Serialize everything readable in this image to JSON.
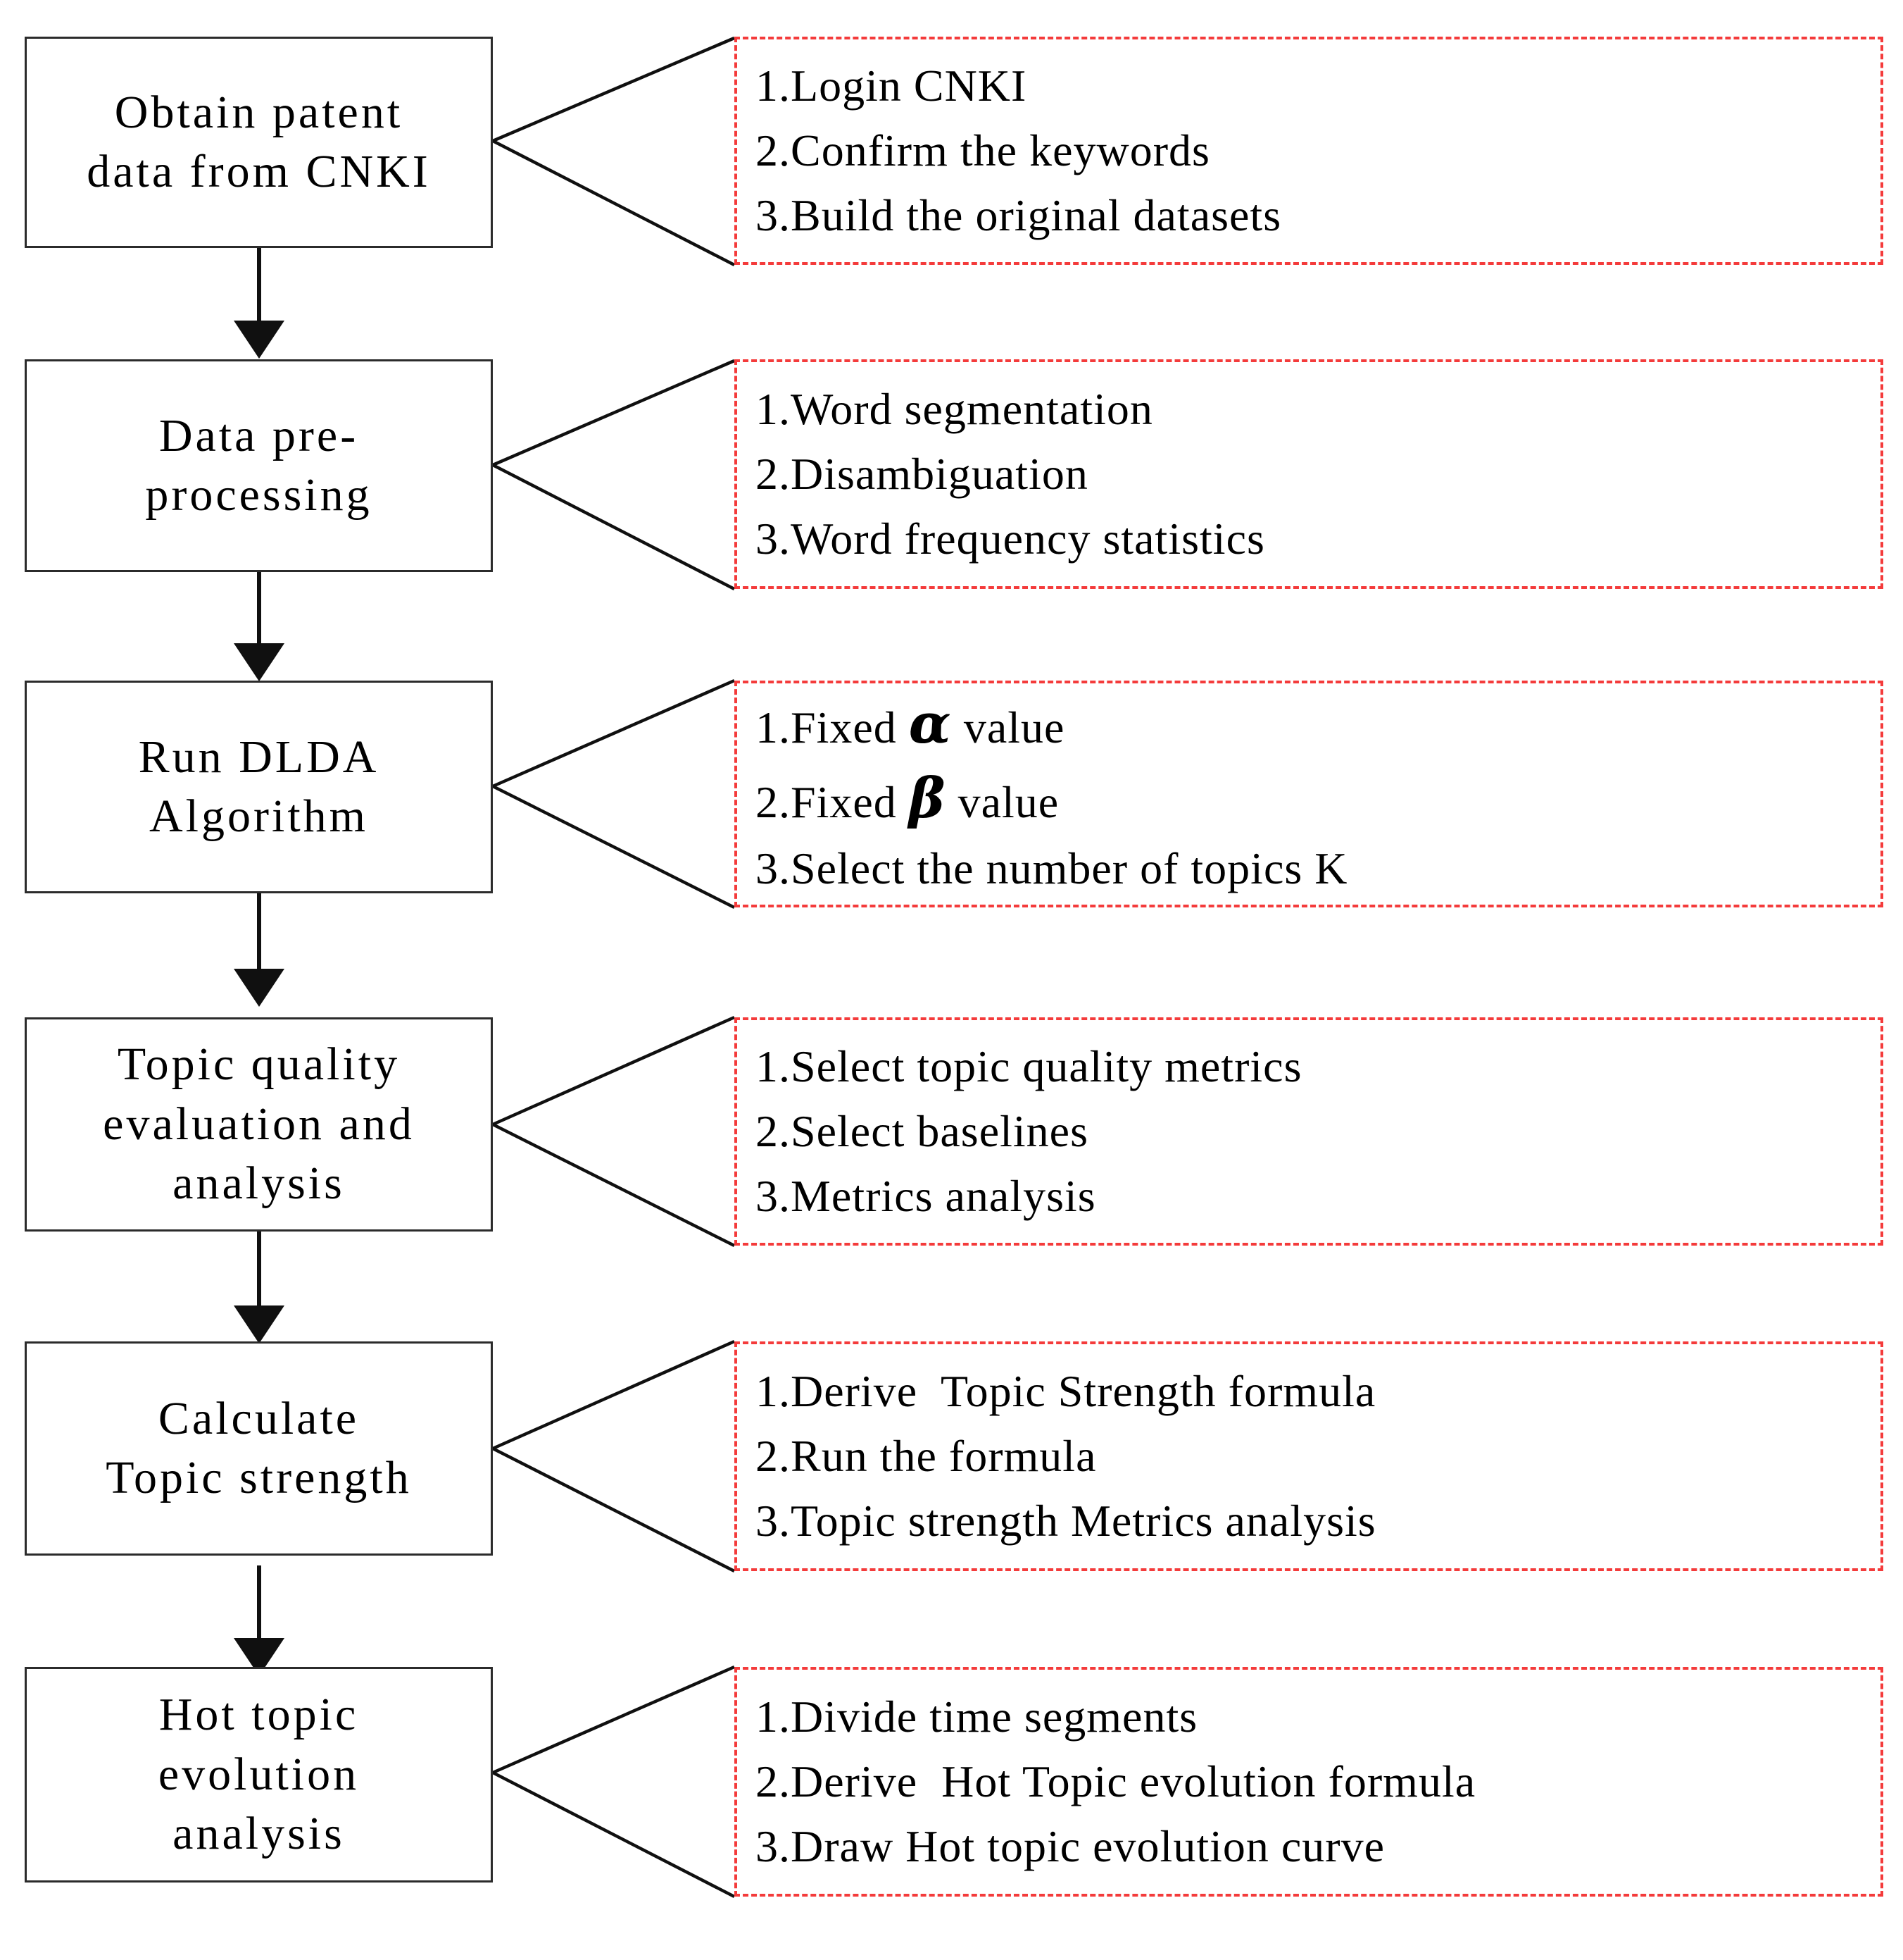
{
  "diagram": {
    "title": "Research workflow flowchart",
    "accent_dashed_color": "#f43b3b",
    "box_border_color": "#2b2b2b",
    "connector_color": "#1a1a1a",
    "stages": [
      {
        "id": "obtain-patent-data",
        "lines": [
          "Obtain patent",
          "data from CNKI"
        ],
        "details": [
          {
            "index": "1.",
            "text": "Login CNKI"
          },
          {
            "index": "2.",
            "text": "Confirm the keywords"
          },
          {
            "index": "3.",
            "text": "Build the original datasets"
          }
        ]
      },
      {
        "id": "data-pre-processing",
        "lines": [
          "Data pre-",
          "processing"
        ],
        "details": [
          {
            "index": "1.",
            "text": "Word segmentation"
          },
          {
            "index": "2.",
            "text": "Disambiguation"
          },
          {
            "index": "3.",
            "text": "Word frequency statistics"
          }
        ]
      },
      {
        "id": "run-dlda-algorithm",
        "lines": [
          "Run DLDA",
          "Algorithm"
        ],
        "details": [
          {
            "index": "1.",
            "pre": "Fixed ",
            "symbol": "α",
            "post": " value"
          },
          {
            "index": "2.",
            "pre": "Fixed ",
            "symbol": "β",
            "post": " value"
          },
          {
            "index": "3.",
            "text": "Select the number of topics K"
          }
        ]
      },
      {
        "id": "topic-quality-evaluation",
        "lines": [
          "Topic quality",
          "evaluation and",
          "analysis"
        ],
        "details": [
          {
            "index": "1.",
            "text": "Select topic quality metrics"
          },
          {
            "index": "2.",
            "text": "Select baselines"
          },
          {
            "index": "3.",
            "text": "Metrics analysis"
          }
        ]
      },
      {
        "id": "calculate-topic-strength",
        "lines": [
          "Calculate",
          "Topic strength"
        ],
        "details": [
          {
            "index": "1.",
            "text": "Derive  Topic Strength formula"
          },
          {
            "index": "2.",
            "text": "Run the formula"
          },
          {
            "index": "3.",
            "text": "Topic strength Metrics analysis"
          }
        ]
      },
      {
        "id": "hot-topic-evolution",
        "lines": [
          "Hot topic",
          "evolution",
          "analysis"
        ],
        "details": [
          {
            "index": "1.",
            "text": "Divide time segments"
          },
          {
            "index": "2.",
            "text": "Derive  Hot Topic evolution formula"
          },
          {
            "index": "3.",
            "text": "Draw Hot topic evolution curve"
          }
        ]
      }
    ]
  }
}
